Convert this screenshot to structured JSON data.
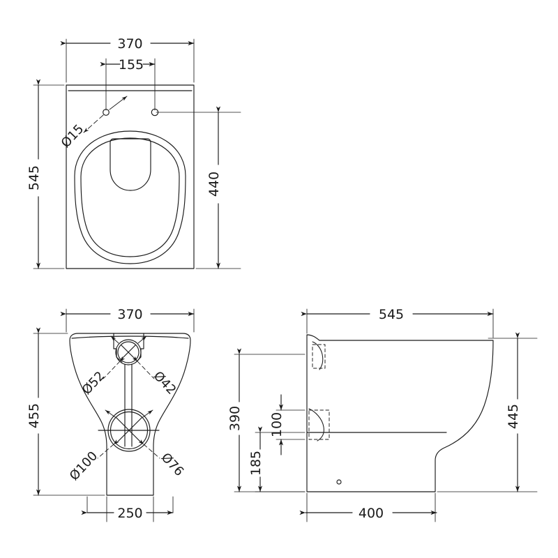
{
  "document": {
    "type": "technical-drawing",
    "subject": "Back-to-wall toilet pan",
    "units": "mm",
    "line_color": "#1a1a1a",
    "background_color": "#ffffff"
  },
  "views": {
    "plan": {
      "name": "Plan view (top)",
      "dimensions": {
        "width_overall": "370",
        "width_inner": "155",
        "length_overall": "545",
        "length_to_hole": "440",
        "fixing_hole_diameter": "Ø15"
      }
    },
    "rear": {
      "name": "Rear elevation",
      "dimensions": {
        "width_top": "370",
        "height_overall": "455",
        "width_base": "250",
        "inlet_outer_diameter": "Ø52",
        "inlet_inner_diameter": "Ø42",
        "waste_outer_diameter": "Ø100",
        "waste_inner_diameter": "Ø76"
      }
    },
    "side": {
      "name": "Side elevation",
      "dimensions": {
        "length_overall": "545",
        "height_overall": "445",
        "height_to_top_inlet": "390",
        "height_to_waste_centre": "185",
        "waste_opening_height": "100",
        "base_length": "400"
      }
    }
  },
  "labels": {
    "plan_370": "370",
    "plan_155": "155",
    "plan_545": "545",
    "plan_440": "440",
    "plan_d15": "Ø15",
    "rear_370": "370",
    "rear_455": "455",
    "rear_250": "250",
    "rear_d52": "Ø52",
    "rear_d42": "Ø42",
    "rear_d100": "Ø100",
    "rear_d76": "Ø76",
    "side_545": "545",
    "side_445": "445",
    "side_390": "390",
    "side_185": "185",
    "side_100": "100",
    "side_400": "400"
  }
}
